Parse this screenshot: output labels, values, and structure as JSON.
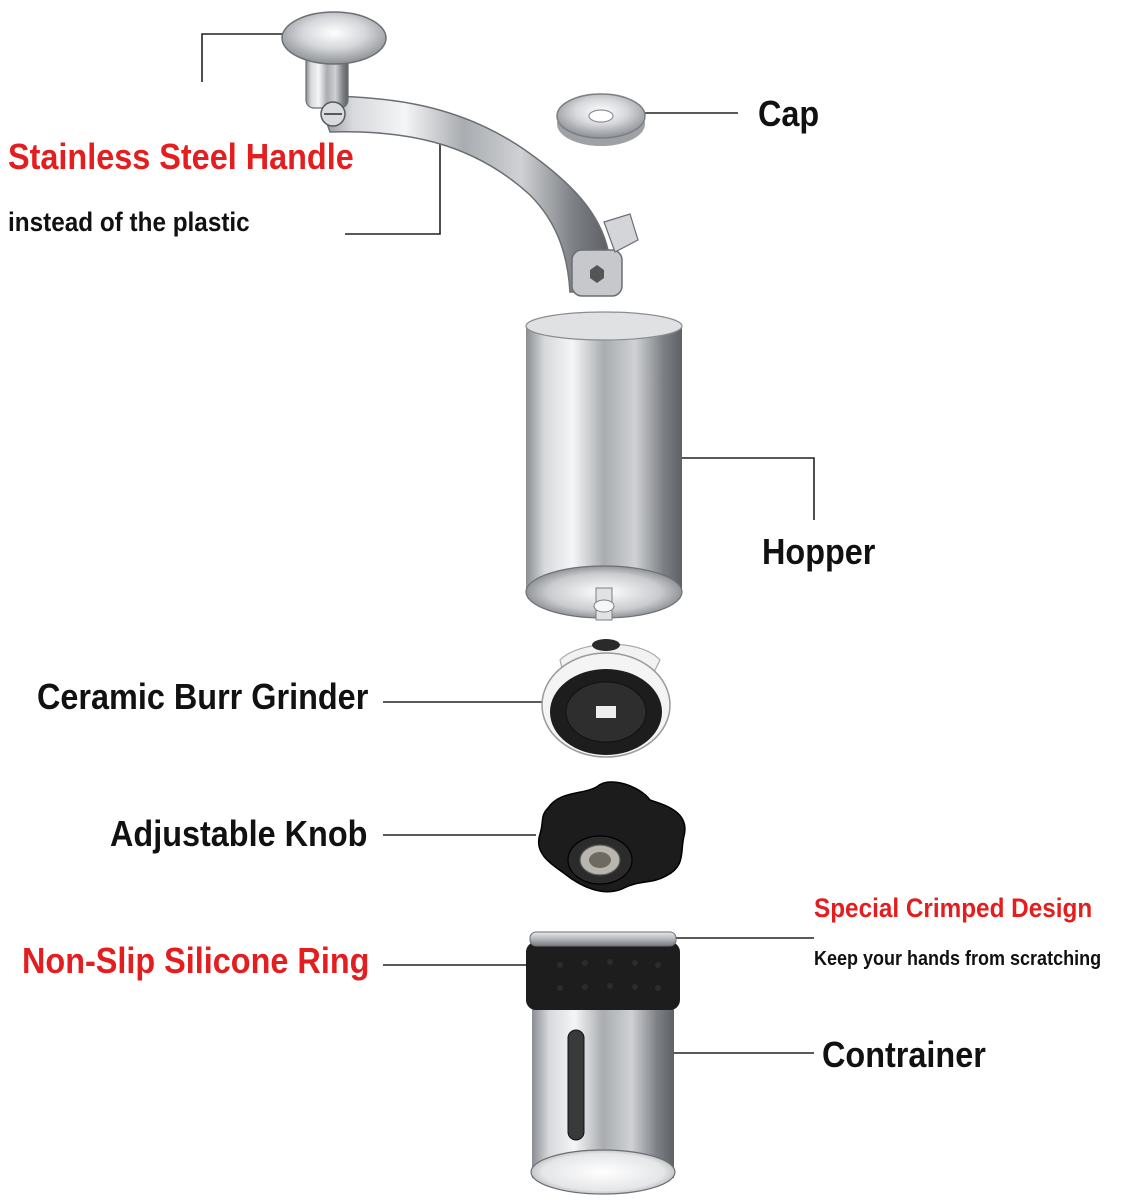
{
  "labels": {
    "handle_title": "Stainless Steel Handle",
    "handle_subtitle": "instead of the plastic",
    "cap": "Cap",
    "hopper": "Hopper",
    "ceramic_burr": "Ceramic Burr Grinder",
    "adjustable_knob": "Adjustable Knob",
    "silicone_ring": "Non-Slip Silicone Ring",
    "crimped_title": "Special Crimped Design",
    "crimped_subtitle": "Keep your hands from scratching",
    "container": "Contrainer"
  },
  "colors": {
    "highlight_text": "#e41e1e",
    "body_text": "#111111",
    "steel": "#b9bcc0",
    "black_rubber": "#1d1d1d",
    "white_plastic": "#f2f2f2"
  }
}
